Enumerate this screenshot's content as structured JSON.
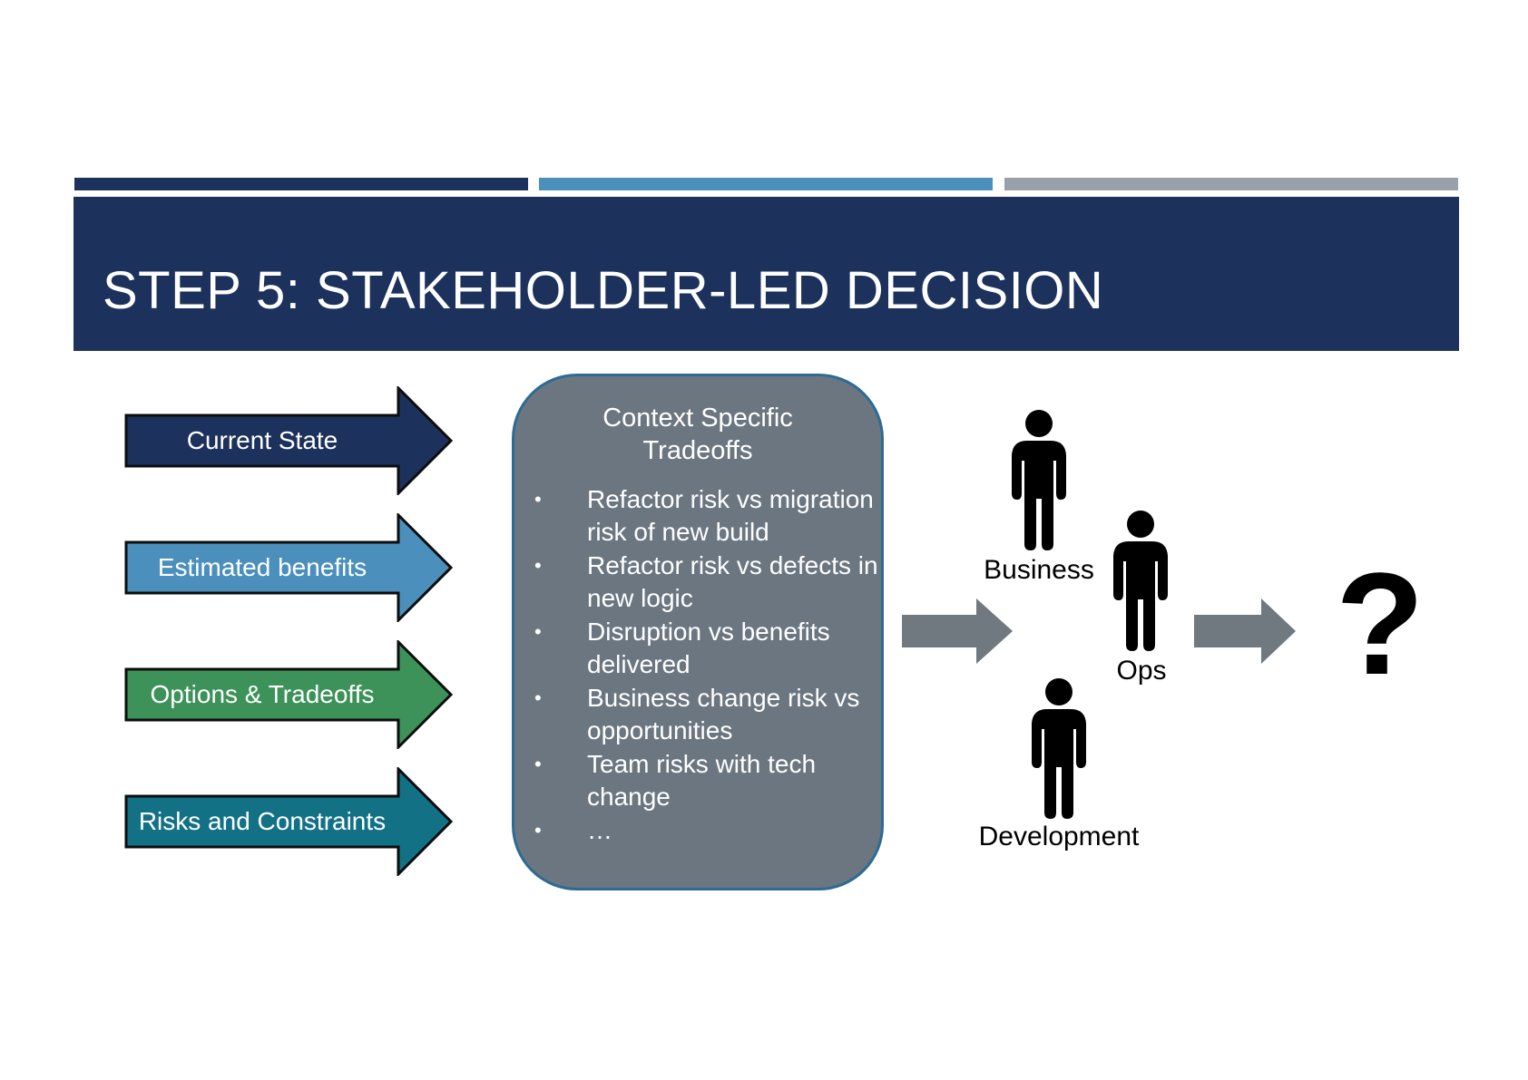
{
  "colors": {
    "navy": "#1c325c",
    "light_blue": "#4b8fbd",
    "gray_bar": "#98a1aa",
    "green": "#3d9259",
    "teal": "#137186",
    "box_gray": "#6b7681",
    "arrow_gray": "#707880"
  },
  "accent_bars": [
    "navy",
    "light_blue",
    "gray_bar"
  ],
  "title": "STEP 5: STAKEHOLDER-LED DECISION",
  "inputs": [
    {
      "label": "Current State",
      "color": "#1c325c"
    },
    {
      "label": "Estimated benefits",
      "color": "#4b8fbd"
    },
    {
      "label": "Options & Tradeoffs",
      "color": "#3d9259"
    },
    {
      "label": "Risks and Constraints",
      "color": "#137186"
    }
  ],
  "tradeoffs": {
    "title": "Context Specific Tradeoffs",
    "bullet": "•",
    "items": [
      "Refactor risk vs migration risk of new build",
      "Refactor risk vs defects in new logic",
      "Disruption vs benefits delivered",
      "Business change risk vs opportunities",
      "Team risks with tech change",
      "…"
    ]
  },
  "stakeholders": {
    "icon": "person-icon",
    "business": "Business",
    "ops": "Ops",
    "development": "Development"
  },
  "decision": "?"
}
